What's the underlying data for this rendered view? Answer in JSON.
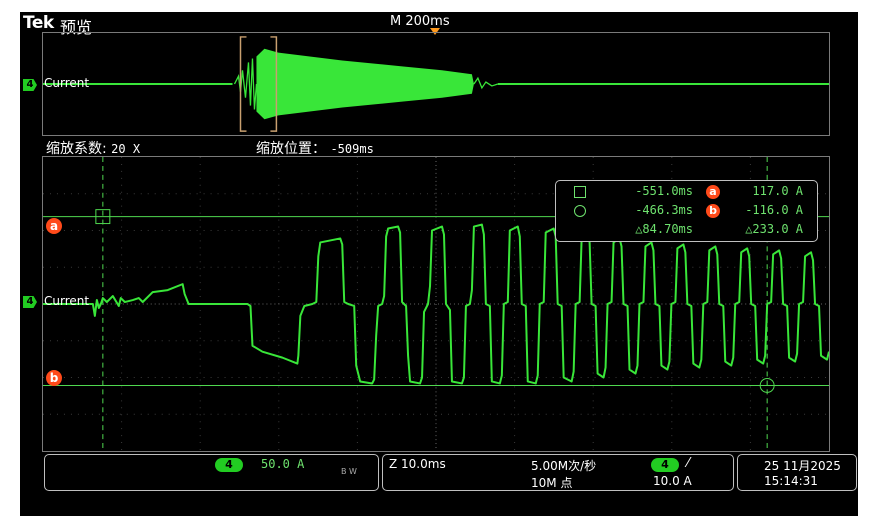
{
  "header": {
    "brand": "Tek",
    "mode": "预览",
    "timebase": "M 200ms"
  },
  "overview": {
    "channel": "4",
    "trace_label": "Current"
  },
  "zoom": {
    "factor_label": "缩放系数:",
    "factor_value": "20 X",
    "position_label": "缩放位置：",
    "position_value": "-509ms"
  },
  "main": {
    "channel": "4",
    "trace_label": "Current",
    "cursor_a": "a",
    "cursor_b": "b"
  },
  "readout": {
    "row1_time": "-551.0ms",
    "row1_cursor": "a",
    "row1_value": "117.0 A",
    "row2_time": "-466.3ms",
    "row2_cursor": "b",
    "row2_value": "-116.0 A",
    "delta_time": "△84.70ms",
    "delta_value": "△233.0 A"
  },
  "status": {
    "vertical": {
      "channel": "4",
      "scale": "50.0 A",
      "bw": "B W"
    },
    "horizontal": {
      "zoom_scale": "Z 10.0ms",
      "sample_rate": "5.00M次/秒",
      "record_length": "10M 点",
      "trigger_channel": "4",
      "trigger_slope": "⁄",
      "trigger_level": "10.0 A"
    },
    "datetime": {
      "date": "25 11月2025",
      "time": "15:14:31"
    }
  },
  "colors": {
    "trace": "#39e639",
    "cursor_line": "#4fd84f",
    "channel_badge": "#22cc22",
    "cursor_badge": "#ff4a1a",
    "trigger_marker": "#ff9a1e",
    "zoom_bracket": "#c9a070"
  }
}
